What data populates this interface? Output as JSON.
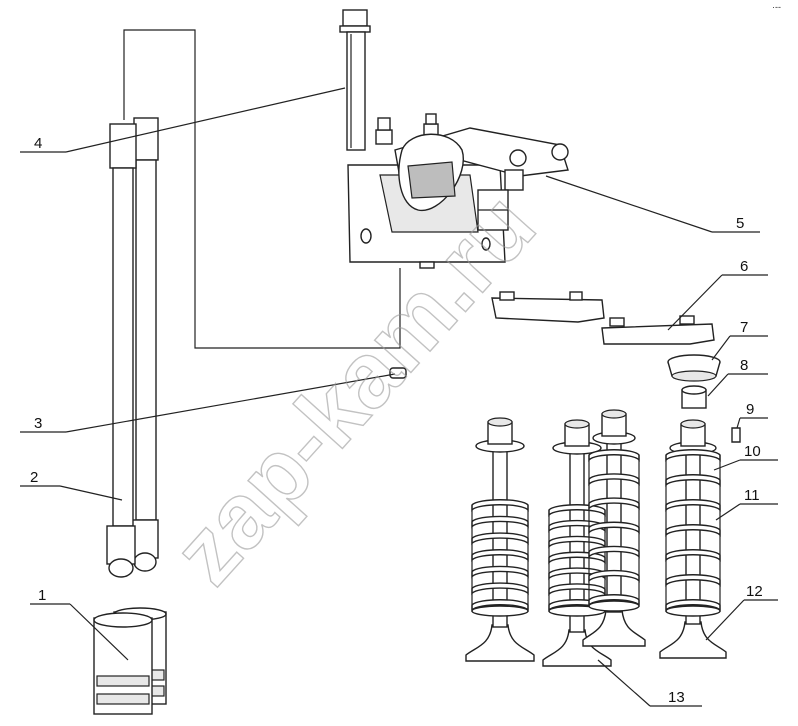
{
  "watermark": "zap-kam.ru",
  "corner_mark": "·--",
  "callouts": [
    {
      "id": "1",
      "label": "1"
    },
    {
      "id": "2",
      "label": "2"
    },
    {
      "id": "3",
      "label": "3"
    },
    {
      "id": "4",
      "label": "4"
    },
    {
      "id": "5",
      "label": "5"
    },
    {
      "id": "6",
      "label": "6"
    },
    {
      "id": "7",
      "label": "7"
    },
    {
      "id": "8",
      "label": "8"
    },
    {
      "id": "9",
      "label": "9"
    },
    {
      "id": "10",
      "label": "10"
    },
    {
      "id": "11",
      "label": "11"
    },
    {
      "id": "12",
      "label": "12"
    },
    {
      "id": "13",
      "label": "13"
    }
  ]
}
